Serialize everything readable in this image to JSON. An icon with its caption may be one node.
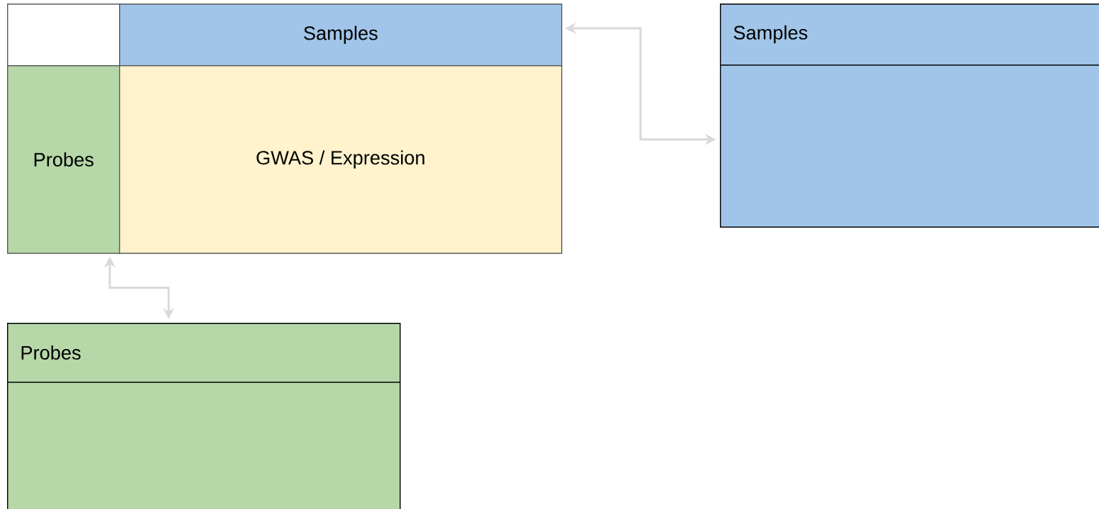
{
  "diagram": {
    "nodes": [
      {
        "text": [],
        "shape": "box"
      },
      {
        "text": [
          "Samples"
        ]
      },
      {
        "text": [
          "Probes"
        ]
      },
      {
        "text": [
          "GWAS / Expression"
        ]
      },
      {
        "text": [
          "Samples"
        ]
      },
      {
        "text": [
          "Probes"
        ]
      }
    ],
    "edges": [
      {
        "from": 1,
        "to": 4,
        "arrow": "both"
      },
      {
        "from": 2,
        "to": 5,
        "arrow": "both"
      }
    ]
  }
}
